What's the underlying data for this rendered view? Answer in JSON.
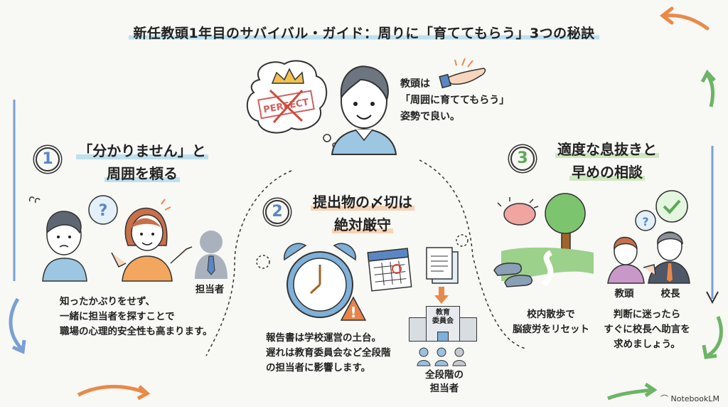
{
  "title": "新任教頭1年目のサバイバル・ガイド：周りに「育ててもらう」3つの秘訣",
  "intro": {
    "thought_stamp": "PERFECT",
    "lines": [
      "教頭は",
      "「周囲に育ててもらう」",
      "姿勢で良い。"
    ]
  },
  "sections": [
    {
      "number": "1",
      "heading": [
        "「分かりません」と",
        "周囲を頼る"
      ],
      "label": "担当者",
      "body": [
        "知ったかぶりをせず、",
        "一緒に担当者を探すことで",
        "職場の心理的安全性も高まります。"
      ],
      "color": "#5b86c4"
    },
    {
      "number": "2",
      "heading": [
        "提出物の〆切は",
        "絶対厳守"
      ],
      "building_label": [
        "教育",
        "委員会"
      ],
      "label": [
        "全段階の",
        "担当者"
      ],
      "body": [
        "報告書は学校運営の土台。",
        "遅れは教育委員会など全段階",
        "の担当者に影響します。"
      ],
      "color": "#5b86c4"
    },
    {
      "number": "3",
      "heading": [
        "適度な息抜きと",
        "早めの相談"
      ],
      "labels": [
        "教頭",
        "校長"
      ],
      "left_body": [
        "校内散歩で",
        "脳疲労をリセット"
      ],
      "right_body": [
        "判断に迷ったら",
        "すぐに校長へ助言を",
        "求めましょう。"
      ],
      "color": "#5caa55"
    }
  ],
  "footer": {
    "brand": "NotebookLM"
  }
}
